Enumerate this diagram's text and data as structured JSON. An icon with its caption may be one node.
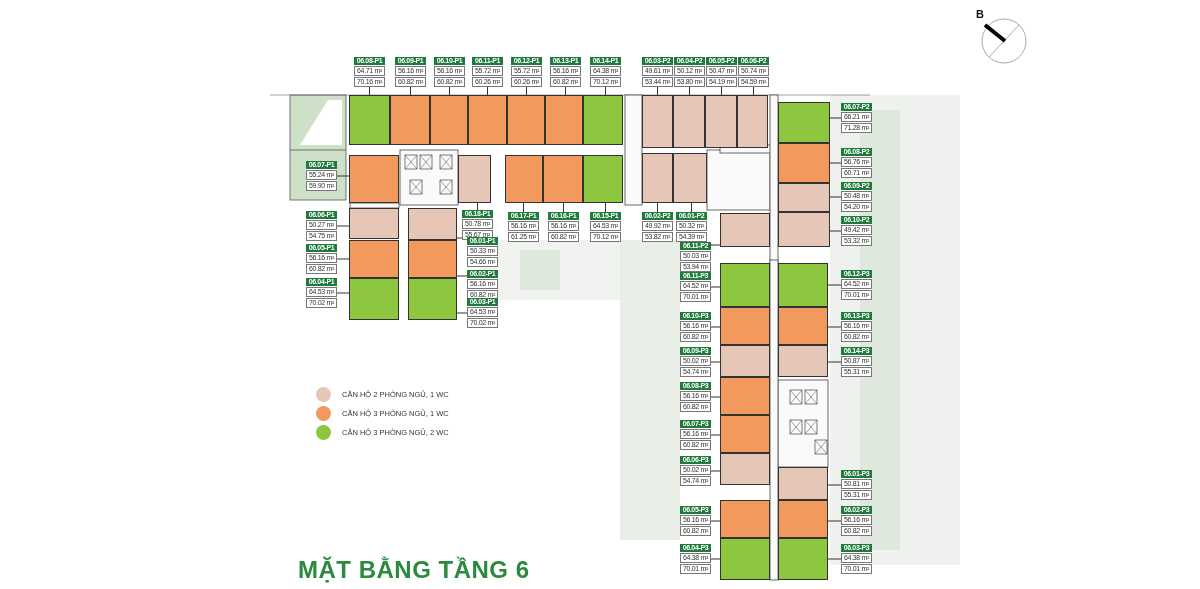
{
  "diagram": {
    "title": "MẶT BẰNG TẦNG 6",
    "nodes": [
      {
        "text": [
          "06.08-P1",
          "64.71 m²",
          "70.16 m²"
        ]
      },
      {
        "text": [],
        "shape": "box"
      },
      {
        "text": [
          "06.09-P1",
          "56.16 m²",
          "60.82 m²"
        ]
      },
      {
        "text": [],
        "shape": "box"
      },
      {
        "text": [
          "06.10-P1",
          "56.16 m²",
          "60.82 m²"
        ]
      },
      {
        "text": [],
        "shape": "box"
      },
      {
        "text": [
          "06.11-P1",
          "55.72 m²",
          "60.26 m²"
        ]
      },
      {
        "text": [],
        "shape": "box"
      },
      {
        "text": [
          "06.12-P1",
          "55.72 m²",
          "60.26 m²"
        ]
      },
      {
        "text": [],
        "shape": "box"
      },
      {
        "text": [
          "06.13-P1",
          "56.16 m²",
          "60.82 m²"
        ]
      },
      {
        "text": [],
        "shape": "box"
      },
      {
        "text": [
          "06.14-P1",
          "64.38 m²",
          "70.12 m²"
        ]
      },
      {
        "text": [],
        "shape": "box"
      },
      {
        "text": [
          "06.03-P2",
          "49.61 m²",
          "53.44 m²"
        ]
      },
      {
        "text": [],
        "shape": "box"
      },
      {
        "text": [
          "06.04-P2",
          "50.12 m²",
          "53.80 m²"
        ]
      },
      {
        "text": [],
        "shape": "box"
      },
      {
        "text": [
          "06.05-P2",
          "50.47 m²",
          "54.19 m²"
        ]
      },
      {
        "text": [],
        "shape": "box"
      },
      {
        "text": [
          "06.06-P2",
          "50.74 m²",
          "54.59 m²"
        ]
      },
      {
        "text": [],
        "shape": "box"
      },
      {
        "text": [
          "06.07-P2",
          "66.21 m²",
          "71.28 m²"
        ]
      },
      {
        "text": [],
        "shape": "box"
      },
      {
        "text": [
          "06.07-P1",
          "55.24 m²",
          "59.90 m²"
        ]
      },
      {
        "text": [],
        "shape": "box"
      },
      {
        "text": [
          "06.18-P1",
          "50.78 m²",
          "55.67 m²"
        ]
      },
      {
        "text": [],
        "shape": "box"
      },
      {
        "text": [
          "06.17-P1",
          "56.16 m²",
          "61.25 m²"
        ]
      },
      {
        "text": [],
        "shape": "box"
      },
      {
        "text": [
          "06.16-P1",
          "56.16 m²",
          "60.82 m²"
        ]
      },
      {
        "text": [],
        "shape": "box"
      },
      {
        "text": [
          "06.15-P1",
          "64.53 m²",
          "70.12 m²"
        ]
      },
      {
        "text": [],
        "shape": "box"
      },
      {
        "text": [
          "06.02-P2",
          "49.92 m²",
          "53.82 m²"
        ]
      },
      {
        "text": [],
        "shape": "box"
      },
      {
        "text": [
          "06.01-P2",
          "50.32 m²",
          "54.39 m²"
        ]
      },
      {
        "text": [],
        "shape": "box"
      },
      {
        "text": [
          "06.08-P2",
          "56.76 m²",
          "60.71 m²"
        ]
      },
      {
        "text": [],
        "shape": "box"
      },
      {
        "text": [
          "06.06-P1",
          "50.27 m²",
          "54.75 m²"
        ]
      },
      {
        "text": [],
        "shape": "box"
      },
      {
        "text": [
          "06.01-P1",
          "50.33 m²",
          "54.66 m²"
        ]
      },
      {
        "text": [],
        "shape": "box"
      },
      {
        "text": [
          "06.11-P2",
          "50.03 m²",
          "53.94 m²"
        ]
      },
      {
        "text": [],
        "shape": "box"
      },
      {
        "text": [
          "06.09-P2",
          "50.48 m²",
          "54.20 m²"
        ]
      },
      {
        "text": [],
        "shape": "box"
      },
      {
        "text": [
          "06.10-P2",
          "49.42 m²",
          "53.32 m²"
        ]
      },
      {
        "text": [],
        "shape": "box"
      },
      {
        "text": [
          "06.05-P1",
          "56.16 m²",
          "60.82 m²"
        ]
      },
      {
        "text": [],
        "shape": "box"
      },
      {
        "text": [
          "06.02-P1",
          "56.16 m²",
          "60.82 m²"
        ]
      },
      {
        "text": [],
        "shape": "box"
      },
      {
        "text": [
          "06.04-P1",
          "64.53 m²",
          "70.02 m²"
        ]
      },
      {
        "text": [],
        "shape": "box"
      },
      {
        "text": [
          "06.03-P1",
          "64.53 m²",
          "70.02 m²"
        ]
      },
      {
        "text": [],
        "shape": "box"
      },
      {
        "text": [
          "06.11-P3",
          "64.52 m²",
          "70.01 m²"
        ]
      },
      {
        "text": [],
        "shape": "box"
      },
      {
        "text": [
          "06.12-P3",
          "64.52 m²",
          "70.01 m²"
        ]
      },
      {
        "text": [],
        "shape": "box"
      },
      {
        "text": [
          "06.10-P3",
          "56.16 m²",
          "60.82 m²"
        ]
      },
      {
        "text": [],
        "shape": "box"
      },
      {
        "text": [
          "06.13-P3",
          "56.16 m²",
          "60.82 m²"
        ]
      },
      {
        "text": [],
        "shape": "box"
      },
      {
        "text": [
          "06.09-P3",
          "50.02 m²",
          "54.74 m²"
        ]
      },
      {
        "text": [],
        "shape": "box"
      },
      {
        "text": [
          "06.14-P3",
          "50.87 m²",
          "55.31 m²"
        ]
      },
      {
        "text": [],
        "shape": "box"
      },
      {
        "text": [
          "06.08-P3",
          "56.16 m²",
          "60.82 m²"
        ]
      },
      {
        "text": [],
        "shape": "box"
      },
      {
        "text": [
          "06.07-P3",
          "56.16 m²",
          "60.82 m²"
        ]
      },
      {
        "text": [],
        "shape": "box"
      },
      {
        "text": [
          "06.06-P3",
          "50.02 m²",
          "54.74 m²"
        ]
      },
      {
        "text": [],
        "shape": "box"
      },
      {
        "text": [
          "06.01-P3",
          "50.81 m²",
          "55.31 m²"
        ]
      },
      {
        "text": [],
        "shape": "box"
      },
      {
        "text": [
          "06.05-P3",
          "56.16 m²",
          "60.82 m²"
        ]
      },
      {
        "text": [],
        "shape": "box"
      },
      {
        "text": [
          "06.02-P3",
          "56.16 m²",
          "60.82 m²"
        ]
      },
      {
        "text": [],
        "shape": "box"
      },
      {
        "text": [
          "06.04-P3",
          "64.38 m²",
          "70.01 m²"
        ]
      },
      {
        "text": [],
        "shape": "box"
      },
      {
        "text": [
          "06.03-P3",
          "64.38 m²",
          "70.01 m²"
        ]
      },
      {
        "text": [],
        "shape": "box"
      }
    ],
    "edges": [
      {
        "from": 0,
        "to": 1,
        "arrow": "none"
      },
      {
        "from": 2,
        "to": 3,
        "arrow": "none"
      },
      {
        "from": 4,
        "to": 5,
        "arrow": "none"
      },
      {
        "from": 6,
        "to": 7,
        "arrow": "none"
      },
      {
        "from": 8,
        "to": 9,
        "arrow": "none"
      },
      {
        "from": 10,
        "to": 11,
        "arrow": "none"
      },
      {
        "from": 12,
        "to": 13,
        "arrow": "none"
      },
      {
        "from": 14,
        "to": 15,
        "arrow": "none"
      },
      {
        "from": 16,
        "to": 17,
        "arrow": "none"
      },
      {
        "from": 18,
        "to": 19,
        "arrow": "none"
      },
      {
        "from": 20,
        "to": 21,
        "arrow": "none"
      },
      {
        "from": 22,
        "to": 23,
        "arrow": "none"
      },
      {
        "from": 24,
        "to": 25,
        "arrow": "none"
      },
      {
        "from": 26,
        "to": 27,
        "arrow": "none"
      },
      {
        "from": 28,
        "to": 29,
        "arrow": "none"
      },
      {
        "from": 30,
        "to": 31,
        "arrow": "none"
      },
      {
        "from": 32,
        "to": 33,
        "arrow": "none"
      },
      {
        "from": 34,
        "to": 35,
        "arrow": "none"
      },
      {
        "from": 36,
        "to": 37,
        "arrow": "none"
      },
      {
        "from": 38,
        "to": 39,
        "arrow": "none"
      },
      {
        "from": 40,
        "to": 41,
        "arrow": "none"
      },
      {
        "from": 42,
        "to": 43,
        "arrow": "none"
      },
      {
        "from": 44,
        "to": 45,
        "arrow": "none"
      },
      {
        "from": 46,
        "to": 47,
        "arrow": "none"
      },
      {
        "from": 48,
        "to": 49,
        "arrow": "none"
      },
      {
        "from": 50,
        "to": 51,
        "arrow": "none"
      },
      {
        "from": 52,
        "to": 53,
        "arrow": "none"
      },
      {
        "from": 54,
        "to": 55,
        "arrow": "none"
      },
      {
        "from": 56,
        "to": 57,
        "arrow": "none"
      },
      {
        "from": 58,
        "to": 59,
        "arrow": "none"
      },
      {
        "from": 60,
        "to": 61,
        "arrow": "none"
      },
      {
        "from": 62,
        "to": 63,
        "arrow": "none"
      },
      {
        "from": 64,
        "to": 65,
        "arrow": "none"
      },
      {
        "from": 66,
        "to": 67,
        "arrow": "none"
      },
      {
        "from": 68,
        "to": 69,
        "arrow": "none"
      },
      {
        "from": 70,
        "to": 71,
        "arrow": "none"
      },
      {
        "from": 72,
        "to": 73,
        "arrow": "none"
      },
      {
        "from": 74,
        "to": 75,
        "arrow": "none"
      },
      {
        "from": 76,
        "to": 77,
        "arrow": "none"
      },
      {
        "from": 78,
        "to": 79,
        "arrow": "none"
      },
      {
        "from": 80,
        "to": 81,
        "arrow": "none"
      },
      {
        "from": 82,
        "to": 83,
        "arrow": "none"
      },
      {
        "from": 84,
        "to": 85,
        "arrow": "none"
      }
    ],
    "labels": [
      "B"
    ],
    "legend": [
      {
        "text": "CĂN HỘ 2 PHÒNG NGỦ, 1 WC",
        "color": "#e6c6b6"
      },
      {
        "text": "CĂN HỘ 3 PHÒNG NGỦ, 1 WC",
        "color": "#f29a5e"
      },
      {
        "text": "CĂN HỘ 3 PHÒNG NGỦ, 2 WC",
        "color": "#8dc63f"
      }
    ]
  }
}
